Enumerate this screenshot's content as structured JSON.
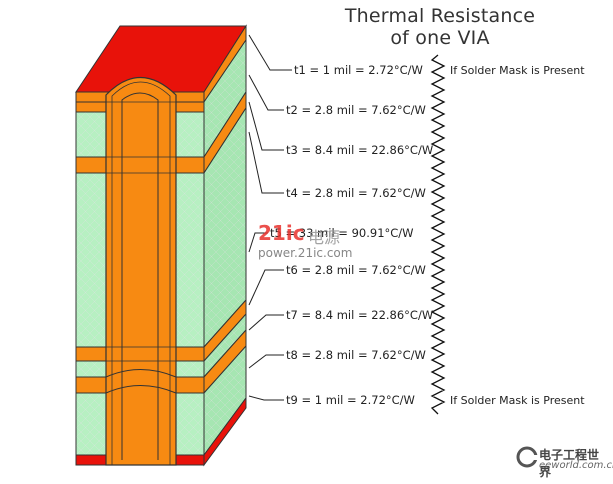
{
  "title": {
    "line1": "Thermal Resistance",
    "line2": "of one VIA"
  },
  "layers": [
    {
      "label": "t1 = 1 mil  = 2.72°C/W",
      "note": "If Solder Mask is Present"
    },
    {
      "label": "t2 = 2.8 mil  = 7.62°C/W",
      "note": ""
    },
    {
      "label": "t3 = 8.4 mil  = 22.86°C/W",
      "note": ""
    },
    {
      "label": "t4 = 2.8 mil  = 7.62°C/W",
      "note": ""
    },
    {
      "label": "t5 = 33 mil = 90.91°C/W",
      "note": ""
    },
    {
      "label": "t6 = 2.8 mil  = 7.62°C/W",
      "note": ""
    },
    {
      "label": "t7 = 8.4 mil = 22.86°C/W",
      "note": ""
    },
    {
      "label": "t8 = 2.8 mil  = 7.62°C/W",
      "note": ""
    },
    {
      "label": "t9 = 1 mil  = 2.72°C/W",
      "note": "If Solder Mask is Present"
    }
  ],
  "watermark": {
    "brand_red": "21ic",
    "brand_cn": "电源",
    "url": "power.21ic.com",
    "logo_cn": "电子工程世界",
    "logo_url": "eeworld.com.cn"
  },
  "colors": {
    "solder_mask": "#e8120a",
    "copper": "#f78a12",
    "dielectric": "#b7f0c2",
    "dielectric_side": "#a6e6b2",
    "outline": "#333333"
  }
}
